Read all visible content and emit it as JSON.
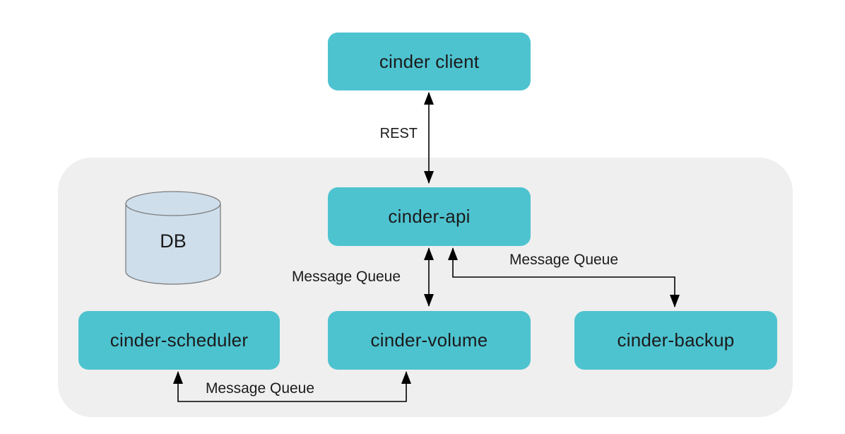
{
  "diagram": {
    "type": "architecture-diagram",
    "subject": "cinder"
  },
  "colors": {
    "node_fill": "#4ec3d0",
    "node_text": "#1b1b1b",
    "group_fill": "#efefef",
    "db_fill": "#cfdeeb",
    "db_stroke": "#7e7e7e",
    "arrow": "#000000",
    "background": "#ffffff"
  },
  "nodes": {
    "client": {
      "label": "cinder client"
    },
    "api": {
      "label": "cinder-api"
    },
    "scheduler": {
      "label": "cinder-scheduler"
    },
    "volume": {
      "label": "cinder-volume"
    },
    "backup": {
      "label": "cinder-backup"
    },
    "db": {
      "label": "DB"
    }
  },
  "edges": {
    "client_api": {
      "label": "REST",
      "style": "double-arrow-vertical"
    },
    "api_volume": {
      "label": "Message Queue",
      "style": "double-arrow-vertical"
    },
    "api_backup": {
      "label": "Message Queue",
      "style": "elbow-double-arrow"
    },
    "scheduler_volume": {
      "label": "Message Queue",
      "style": "u-shape-double-arrow"
    }
  }
}
